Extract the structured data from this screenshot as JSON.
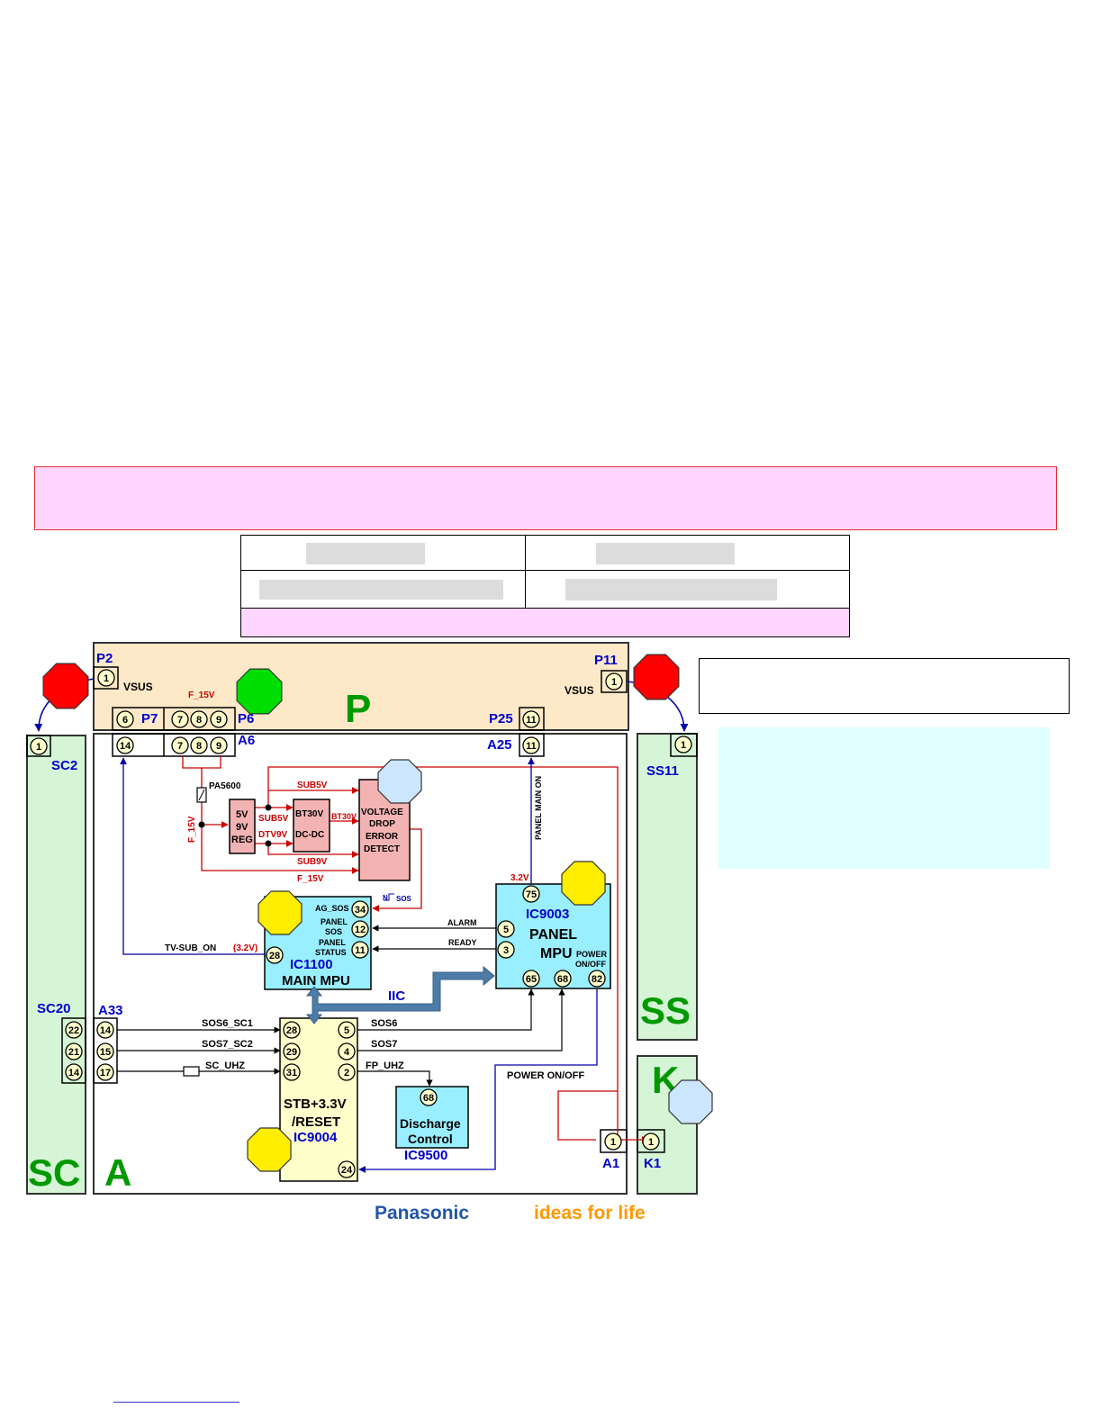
{
  "board_labels": {
    "p": "P",
    "a": "A",
    "sc": "SC",
    "ss": "SS",
    "k": "K"
  },
  "connectors": {
    "p2": "P2",
    "p7": "P7",
    "p6": "P6",
    "p25": "P25",
    "p11": "P11",
    "a6": "A6",
    "a25": "A25",
    "sc2": "SC2",
    "ss11": "SS11",
    "sc20": "SC20",
    "a33": "A33",
    "a1": "A1",
    "k1": "K1"
  },
  "pins": {
    "p2_1": "1",
    "p11_1": "1",
    "sc2_1": "1",
    "ss11_1": "1",
    "p7_6": "6",
    "p6_7": "7",
    "p6_8": "8",
    "p6_9": "9",
    "a6_14": "14",
    "a6_7": "7",
    "a6_8": "8",
    "a6_9": "9",
    "p25_11": "11",
    "a25_11": "11",
    "ic1100_34": "34",
    "ic1100_12": "12",
    "ic1100_11": "11",
    "ic1100_28": "28",
    "ic9003_75": "75",
    "ic9003_5": "5",
    "ic9003_3": "3",
    "ic9003_65": "65",
    "ic9003_68": "68",
    "ic9003_82": "82",
    "sc20_22": "22",
    "sc20_21": "21",
    "sc20_14": "14",
    "a33_14": "14",
    "a33_15": "15",
    "a33_17": "17",
    "ic9004_28": "28",
    "ic9004_29": "29",
    "ic9004_31": "31",
    "ic9004_5": "5",
    "ic9004_4": "4",
    "ic9004_2": "2",
    "ic9004_24": "24",
    "ic9500_68": "68",
    "a1_1": "1",
    "k1_1": "1"
  },
  "signals": {
    "vsus_left": "VSUS",
    "vsus_right": "VSUS",
    "f15v_top": "F_15V",
    "pa5600": "PA5600",
    "f15v_side": "F_15V",
    "sub5v_top": "SUB5V",
    "sub5v_mid": "SUB5V",
    "dtv9v": "DTV9V",
    "bt30v": "BT30V",
    "sub9v": "SUB9V",
    "f15v_bottom": "F_15V",
    "panel_main_on": "PANEL MAIN ON",
    "v32_top": "3.2V",
    "nsos_n": "N",
    "nsos_sos": "SOS",
    "alarm": "ALARM",
    "ready": "READY",
    "tv_sub_on": "TV-SUB_ON",
    "v32_mid": "(3.2V)",
    "iic": "IIC",
    "sos6_sc1": "SOS6_SC1",
    "sos7_sc2": "SOS7_SC2",
    "sc_uhz": "SC_UHZ",
    "sos6": "SOS6",
    "sos7": "SOS7",
    "fp_uhz": "FP_UHZ",
    "power_on_off": "POWER ON/OFF"
  },
  "blocks": {
    "reg": [
      "5V",
      "9V",
      "REG"
    ],
    "dcdc": [
      "BT30V",
      "DC-DC"
    ],
    "vdrop": [
      "VOLTAGE",
      "DROP",
      "ERROR",
      "DETECT"
    ],
    "ic1100_pins": {
      "ag_sos": "AG_SOS",
      "panel_sos": [
        "PANEL",
        "SOS"
      ],
      "panel_status": [
        "PANEL",
        "STATUS"
      ]
    },
    "ic1100_name": "IC1100",
    "ic1100_func": "MAIN MPU",
    "ic9003_name": "IC9003",
    "ic9003_func": [
      "PANEL",
      "MPU"
    ],
    "ic9003_power": [
      "POWER",
      "ON/OFF"
    ],
    "ic9004_func": [
      "STB+3.3V",
      "/RESET"
    ],
    "ic9004_name": "IC9004",
    "ic9500_func": [
      "Discharge",
      "Control"
    ],
    "ic9500_name": "IC9500"
  },
  "footer": {
    "brand": "Panasonic",
    "tagline": "ideas for life"
  },
  "colors": {
    "red_octagon": "#ff0000",
    "green_octagon": "#00dd00",
    "yellow_octagon": "#ffee00",
    "blue_octagon": "#cce6ff",
    "board_p": "#fde9c8",
    "board_side": "#d6f5d6",
    "mpu_fill": "#99eeff",
    "block_pink": "#f4b3b3",
    "ic9004_fill": "#ffffcc",
    "label_blue": "#0000cc",
    "label_green": "#009900",
    "signal_red": "#cc0000",
    "panasonic_blue": "#2255aa",
    "tagline_orange": "#ff9900",
    "banner_pink": "#ffd6ff",
    "info_cyan": "#e0ffff"
  }
}
